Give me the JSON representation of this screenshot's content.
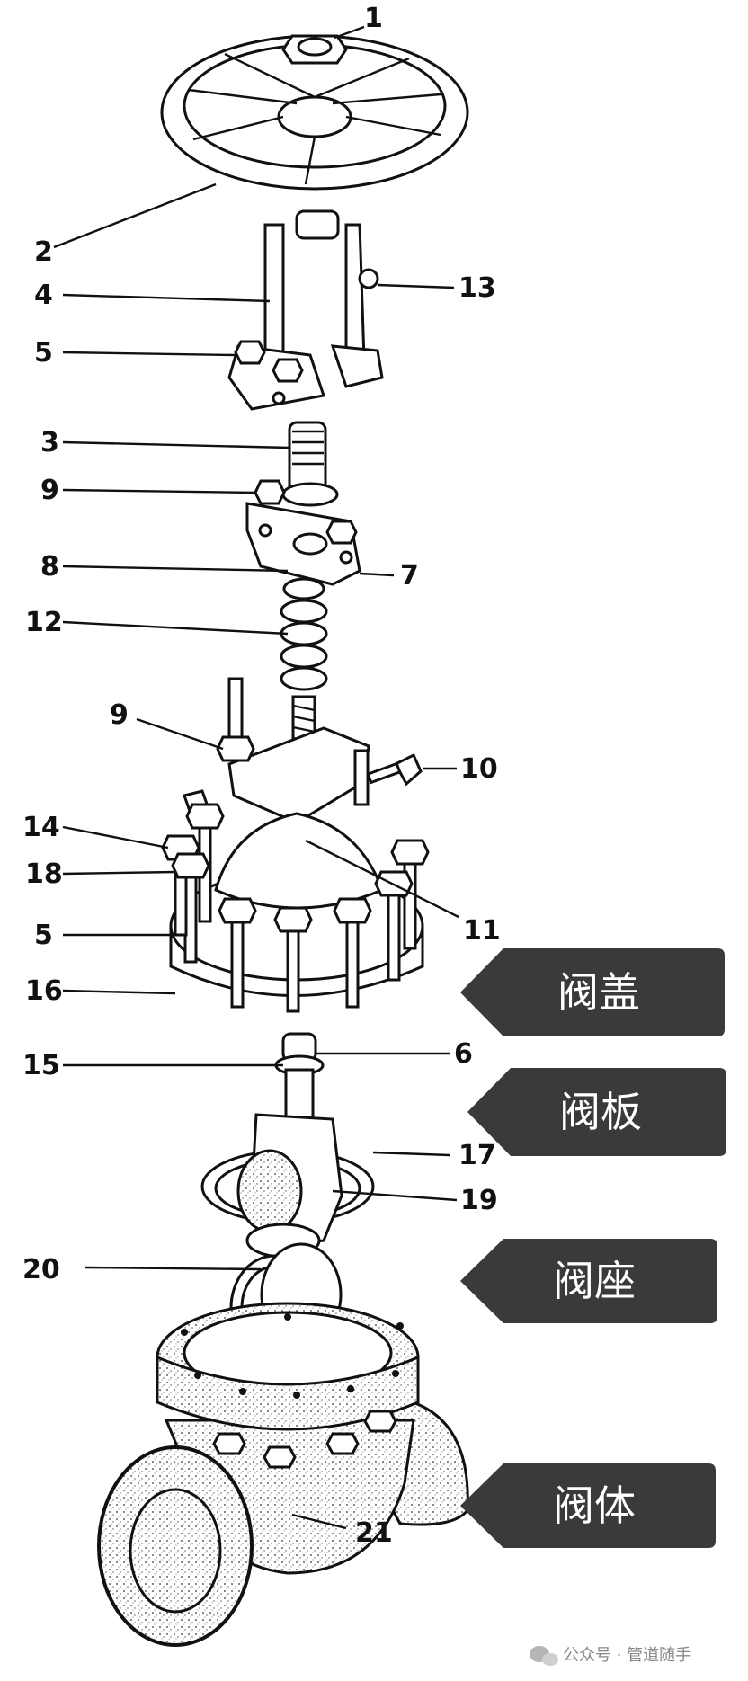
{
  "callouts": [
    {
      "id": "1",
      "text": "1"
    },
    {
      "id": "2",
      "text": "2"
    },
    {
      "id": "13",
      "text": "13"
    },
    {
      "id": "4",
      "text": "4"
    },
    {
      "id": "5a",
      "text": "5"
    },
    {
      "id": "3",
      "text": "3"
    },
    {
      "id": "9a",
      "text": "9"
    },
    {
      "id": "8",
      "text": "8"
    },
    {
      "id": "7",
      "text": "7"
    },
    {
      "id": "12",
      "text": "12"
    },
    {
      "id": "9b",
      "text": "9"
    },
    {
      "id": "10",
      "text": "10"
    },
    {
      "id": "14",
      "text": "14"
    },
    {
      "id": "18",
      "text": "18"
    },
    {
      "id": "11",
      "text": "11"
    },
    {
      "id": "5b",
      "text": "5"
    },
    {
      "id": "16",
      "text": "16"
    },
    {
      "id": "15",
      "text": "15"
    },
    {
      "id": "6",
      "text": "6"
    },
    {
      "id": "17",
      "text": "17"
    },
    {
      "id": "19",
      "text": "19"
    },
    {
      "id": "20",
      "text": "20"
    },
    {
      "id": "21",
      "text": "21"
    }
  ],
  "tags": {
    "bonnet": "阀盖",
    "disc": "阀板",
    "seat": "阀座",
    "body": "阀体",
    "color": "#3a3a3a"
  },
  "watermark": {
    "icon": "wechat-icon",
    "text": "公众号 · 管道随手"
  }
}
